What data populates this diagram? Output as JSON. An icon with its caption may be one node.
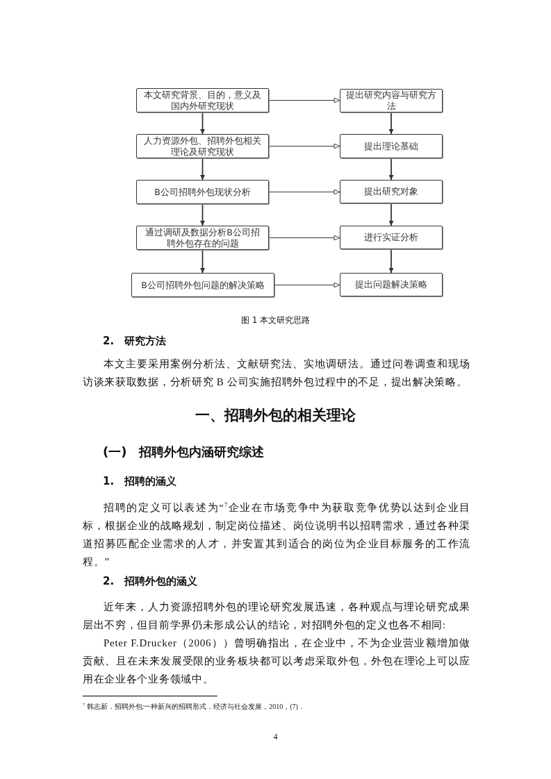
{
  "diagram": {
    "caption": "图 1 本文研究思路",
    "nodes": [
      {
        "text": [
          "本文研究背景、目的，意义及国内外研究现状"
        ]
      },
      {
        "text": [
          "人力资源外包、招聘外包相关理论及研究现状"
        ]
      },
      {
        "text": [
          "B公司招聘外包现状分析"
        ]
      },
      {
        "text": [
          "通过调研及数据分析B公司招聘外包存在的问题"
        ]
      },
      {
        "text": [
          "B公司招聘外包问题的解决策略"
        ]
      },
      {
        "text": [
          "提出研究内容与研究方法"
        ]
      },
      {
        "text": [
          "提出理论基础"
        ]
      },
      {
        "text": [
          "提出研究对象"
        ]
      },
      {
        "text": [
          "进行实证分析"
        ]
      },
      {
        "text": [
          "提出问题解决策略"
        ]
      }
    ],
    "edges": [
      {
        "from": 0,
        "to": 1,
        "arrow": "to"
      },
      {
        "from": 1,
        "to": 2,
        "arrow": "to"
      },
      {
        "from": 2,
        "to": 3,
        "arrow": "to"
      },
      {
        "from": 3,
        "to": 4,
        "arrow": "to"
      },
      {
        "from": 0,
        "to": 5,
        "arrow": "to"
      },
      {
        "from": 1,
        "to": 6,
        "arrow": "to"
      },
      {
        "from": 2,
        "to": 7,
        "arrow": "to"
      },
      {
        "from": 3,
        "to": 8,
        "arrow": "to"
      },
      {
        "from": 4,
        "to": 9,
        "arrow": "to"
      },
      {
        "from": 5,
        "to": 6,
        "arrow": "to"
      },
      {
        "from": 6,
        "to": 7,
        "arrow": "to"
      },
      {
        "from": 7,
        "to": 8,
        "arrow": "to"
      },
      {
        "from": 8,
        "to": 9,
        "arrow": "to"
      }
    ],
    "labels": [
      "2.　研究方法",
      "本文主要采用案例分析法、文献研究法、实地调研法。通过问卷调查和现场访谈来获取数据，分析研究 B 公司实施招聘外包过程中的不足，提出解决策略。",
      "一、招聘外包的相关理论",
      "(一)　招聘外包内涵研究综述",
      "1.　招聘的涵义",
      "招聘的定义可以表述为“$^{7}$企业在市场竞争中为获取竞争优势以达到企业目标，根据企业的战略规划，制定岗位描述、岗位说明书以招聘需求，通过各种渠道招募匹配企业需求的人才，并安置其到适合的岗位为企业目标服务的工作流程。”",
      "2.　招聘外包的涵义",
      "近年来，人力资源招聘外包的理论研究发展迅速，各种观点与理论研究成果层出不穷，但目前学界仍未形成公认的结论，对招聘外包的定义也各不相同:",
      "Peter F.Drucker（2006））曾明确指出，在企业中，不为企业营业额增加做贡献、且在未来发展受限的业务板块都可以考虑采取外包，外包在理论上可以应用在企业各个业务领域中。",
      "$^{7}$ 韩志新．招聘外包:一种新兴的招聘形式．经济与社会发展，2010，(7)．",
      "4"
    ]
  }
}
